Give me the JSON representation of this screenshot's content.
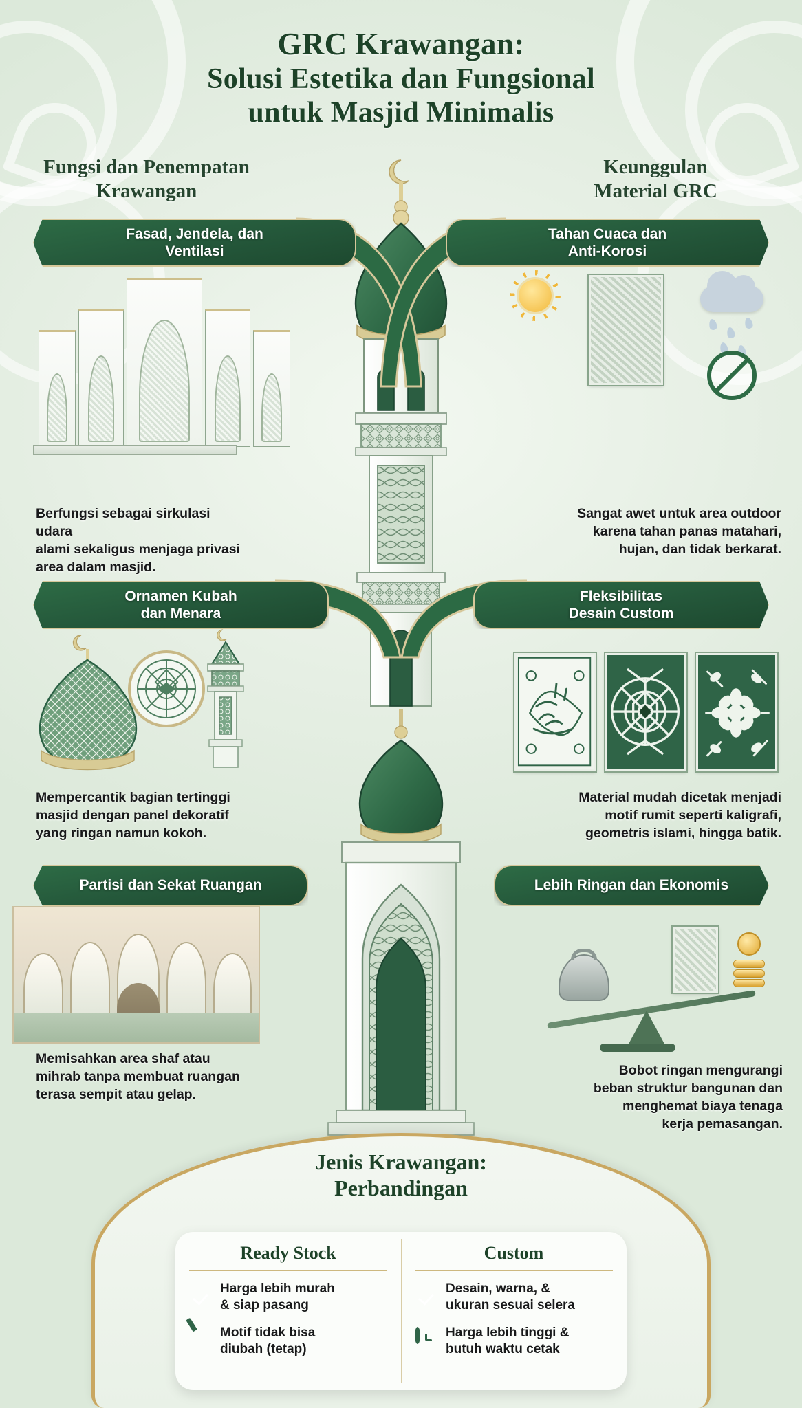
{
  "title": {
    "line1": "GRC Krawangan:",
    "line2": "Solusi Estetika dan Fungsional",
    "line3": "untuk Masjid Minimalis"
  },
  "columns": {
    "left_heading": "Fungsi dan Penempatan\nKrawangan",
    "right_heading": "Keunggulan\nMaterial GRC"
  },
  "left_items": [
    {
      "banner": "Fasad, Jendela, dan\nVentilasi",
      "caption": "Berfungsi sebagai sirkulasi udara\nalami sekaligus menjaga privasi\narea dalam masjid."
    },
    {
      "banner": "Ornamen Kubah\ndan Menara",
      "caption": "Mempercantik bagian tertinggi\nmasjid dengan panel dekoratif\nyang ringan namun kokoh."
    },
    {
      "banner": "Partisi dan Sekat Ruangan",
      "caption": "Memisahkan area shaf atau\nmihrab tanpa membuat ruangan\nterasa sempit atau gelap."
    }
  ],
  "right_items": [
    {
      "banner": "Tahan Cuaca dan\nAnti-Korosi",
      "caption": "Sangat awet untuk area outdoor\nkarena tahan panas matahari,\nhujan, dan tidak berkarat."
    },
    {
      "banner": "Fleksibilitas\nDesain Custom",
      "caption": "Material mudah dicetak menjadi\nmotif rumit seperti kaligrafi,\ngeometris islami, hingga batik."
    },
    {
      "banner": "Lebih Ringan dan Ekonomis",
      "caption": "Bobot ringan mengurangi\nbeban struktur bangunan dan\nmenghemat biaya tenaga\nkerja pemasangan."
    }
  ],
  "compare": {
    "title": "Jenis Krawangan:\nPerbandingan",
    "left_header": "Ready Stock",
    "right_header": "Custom",
    "left_items": [
      {
        "icon": "check-circle-icon",
        "text": "Harga lebih murah\n& siap pasang"
      },
      {
        "icon": "document-edit-icon",
        "text": "Motif tidak bisa\ndiubah (tetap)"
      }
    ],
    "right_items": [
      {
        "icon": "check-circle-icon",
        "text": "Desain, warna, &\nukuran sesuai selera"
      },
      {
        "icon": "clock-icon",
        "text": "Harga lebih tinggi &\nbutuh waktu cetak"
      }
    ]
  },
  "illustrations": {
    "facade": "mosque-facade-illustration",
    "dome_minaret": "dome-and-minaret-illustration",
    "interior": "mosque-interior-partition-illustration",
    "weather": "weather-resistance-illustration",
    "patterns": "custom-pattern-panels-illustration",
    "scale": "lightweight-economical-scale-illustration",
    "center": "central-minaret-illustration"
  },
  "colors": {
    "deep_green": "#1d4228",
    "banner_green": "#24573a",
    "gold": "#c9a761",
    "page_bg": "#e6efe4",
    "check_green": "#3aa75a"
  }
}
